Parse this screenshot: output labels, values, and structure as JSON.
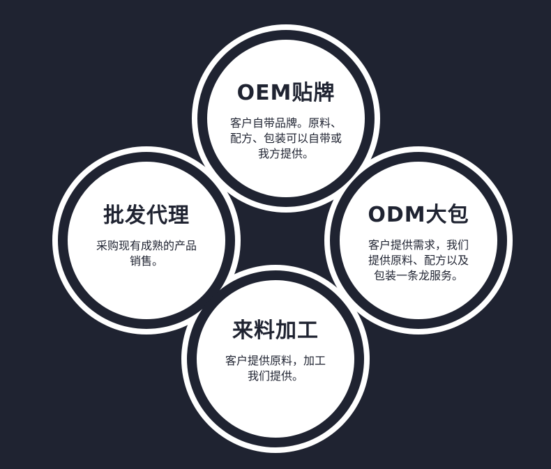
{
  "nodes": [
    {
      "id": "oem",
      "title": "OEM贴牌",
      "lines": [
        "客户自带品牌。原料、",
        "配方、包装可以自带或",
        "我方提供。"
      ]
    },
    {
      "id": "wholesale",
      "title": "批发代理",
      "lines": [
        "采购现有成熟的产品",
        "销售。"
      ]
    },
    {
      "id": "odm",
      "title": "ODM大包",
      "lines": [
        "客户提供需求，我们",
        "提供原料、配方以及",
        "包装一条龙服务。"
      ]
    },
    {
      "id": "processing",
      "title": "来料加工",
      "lines": [
        "客户提供原料，加工",
        "我们提供。"
      ]
    }
  ],
  "colors": {
    "background": "#1f2331",
    "circle_fill": "#ffffff",
    "text": "#1f2331"
  }
}
